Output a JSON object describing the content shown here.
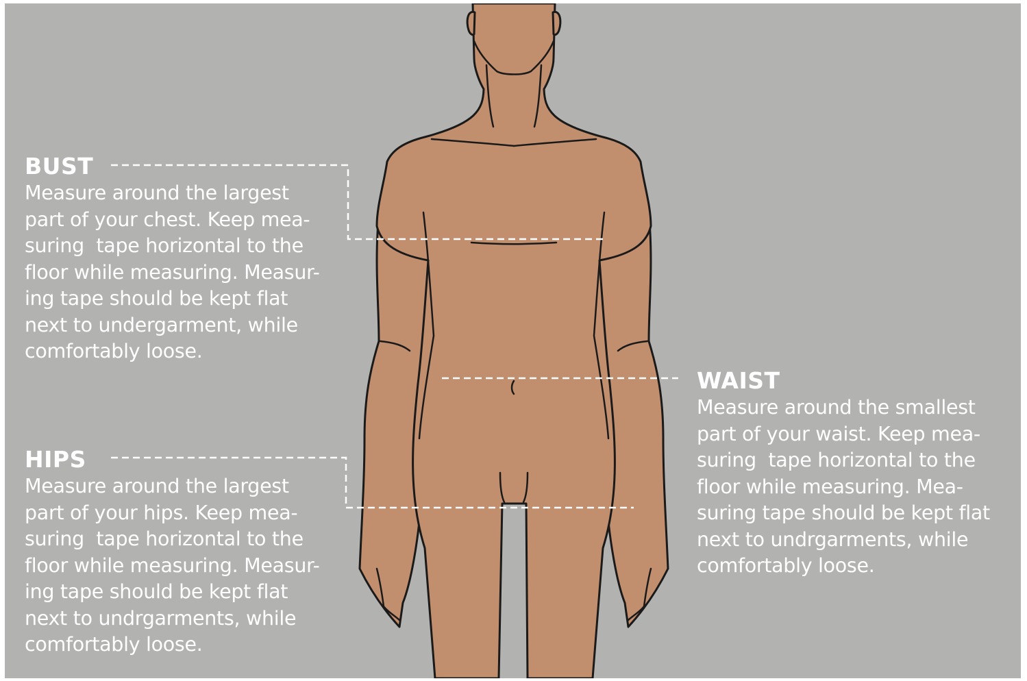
{
  "colors": {
    "background": "#b2b2b0",
    "skin": "#c28f6e",
    "outline": "#1a1a1a",
    "text": "#ffffff",
    "guide_line": "#ffffff"
  },
  "bust": {
    "title": "BUST",
    "lines": [
      "Measure around the largest",
      "part of your chest. Keep mea-",
      "suring  tape horizontal to the",
      "floor while measuring. Measur-",
      "ing tape should be kept flat",
      "next to undergarment, while",
      "comfortably loose."
    ]
  },
  "waist": {
    "title": "WAIST",
    "lines": [
      "Measure around the smallest",
      "part of your waist. Keep mea-",
      "suring  tape horizontal to the",
      "floor while measuring. Mea-",
      "suring tape should be kept flat",
      "next to undrgarments, while",
      "comfortably loose."
    ]
  },
  "hips": {
    "title": "HIPS",
    "lines": [
      "Measure around the largest",
      "part of your hips. Keep mea-",
      "suring  tape horizontal to the",
      "floor while measuring. Measur-",
      "ing tape should be kept flat",
      "next to undrgarments, while",
      "comfortably loose."
    ]
  }
}
